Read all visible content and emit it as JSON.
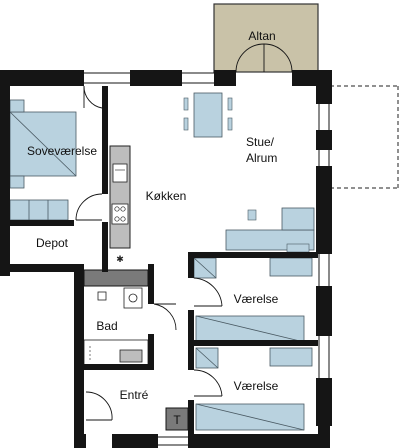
{
  "rooms": {
    "altan": "Altan",
    "sovevaerelse": "Soveværelse",
    "stue_line1": "Stue/",
    "stue_line2": "Alrum",
    "kokken": "Køkken",
    "depot": "Depot",
    "bad": "Bad",
    "vaerelse_1": "Værelse",
    "vaerelse_2": "Værelse",
    "entre": "Entré",
    "t_box": "T"
  },
  "colors": {
    "wall": "#151515",
    "furniture": "#b9d2df",
    "furniture_stroke": "#4a5a63",
    "balcony": "#c9c2a8",
    "counter": "#bdbdbd",
    "gray_block": "#7a7a7a"
  }
}
